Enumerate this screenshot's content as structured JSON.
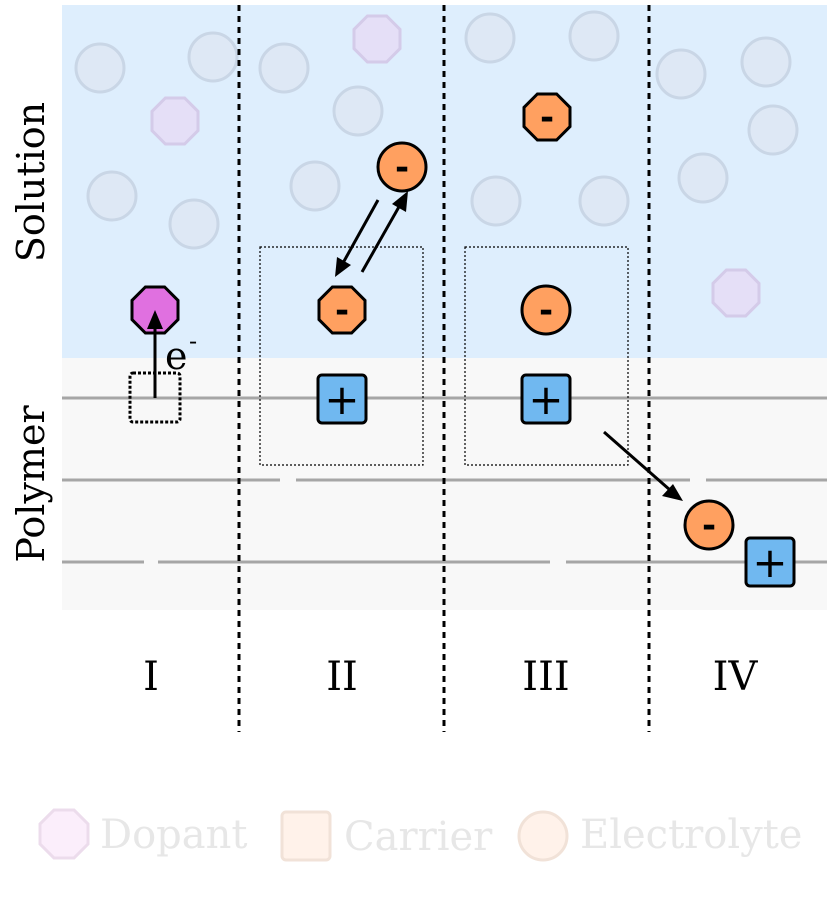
{
  "regions": {
    "solution_label": "Solution",
    "polymer_label": "Polymer"
  },
  "stages": [
    "I",
    "II",
    "III",
    "IV"
  ],
  "annotations": {
    "electron_label": "e",
    "electron_charge": "-",
    "anion_sign": "-",
    "cation_sign": "+"
  },
  "legend": {
    "dopant": "Dopant",
    "carrier": "Carrier",
    "electrolyte": "Electrolyte"
  },
  "colors": {
    "solution_bg": "#deeefd",
    "polymer_bg": "#f8f8f8",
    "dopant": "#e070e0",
    "anion": "#ffa060",
    "cation": "#70b8f0",
    "chain": "#a6a6a6",
    "faded_circle": "#dde6f2",
    "faded_octagon": "#e5dff7"
  }
}
